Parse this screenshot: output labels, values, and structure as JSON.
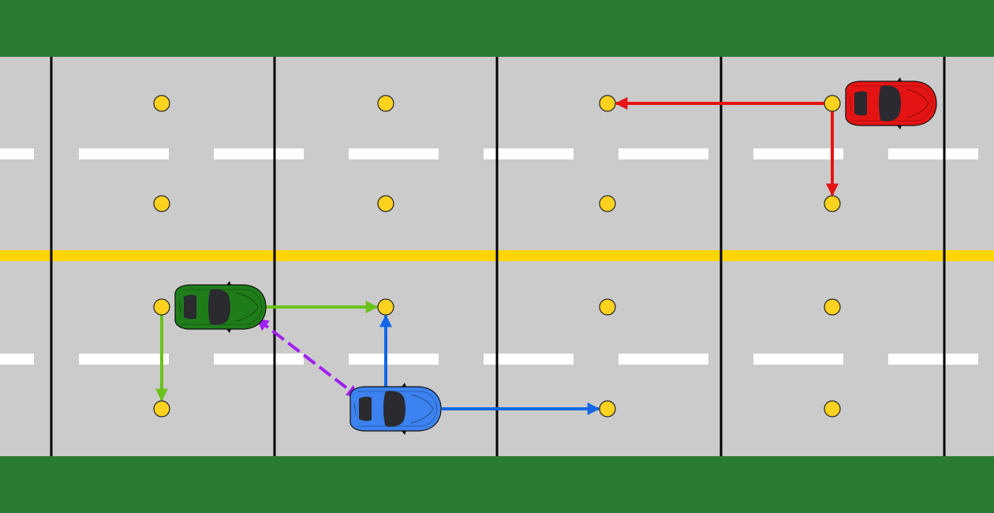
{
  "colors": {
    "grass": "#2c7a32",
    "road": "#cbcbcb",
    "lane_marking": "#ffffff",
    "center_line": "#ffd400",
    "cell_divider": "#000000",
    "node": "#ffd21f",
    "node_outline": "#222222"
  },
  "grid": {
    "columns": 4,
    "rows": 4,
    "nodes": [
      {
        "col": 0,
        "row": 0
      },
      {
        "col": 1,
        "row": 0
      },
      {
        "col": 2,
        "row": 0
      },
      {
        "col": 3,
        "row": 0
      },
      {
        "col": 0,
        "row": 1
      },
      {
        "col": 1,
        "row": 1
      },
      {
        "col": 2,
        "row": 1
      },
      {
        "col": 3,
        "row": 1
      },
      {
        "col": 0,
        "row": 2
      },
      {
        "col": 1,
        "row": 2
      },
      {
        "col": 2,
        "row": 2
      },
      {
        "col": 3,
        "row": 2
      },
      {
        "col": 0,
        "row": 3
      },
      {
        "col": 1,
        "row": 3
      },
      {
        "col": 2,
        "row": 3
      },
      {
        "col": 3,
        "row": 3
      }
    ]
  },
  "cars": [
    {
      "name": "red-car",
      "color": "#e51414",
      "at": {
        "col": 3,
        "row": 0
      },
      "placement": "right-of-node"
    },
    {
      "name": "green-car",
      "color": "#1e7d19",
      "at": {
        "col": 0,
        "row": 2
      },
      "placement": "right-of-node"
    },
    {
      "name": "blue-car",
      "color": "#3c82f0",
      "at": {
        "col": 1,
        "row": 3
      },
      "placement": "on-node"
    }
  ],
  "arrows": [
    {
      "name": "red-arrow-left",
      "color": "#e51414",
      "from": {
        "col": 3,
        "row": 0
      },
      "to": {
        "col": 2,
        "row": 0
      },
      "style": "solid"
    },
    {
      "name": "red-arrow-down",
      "color": "#e51414",
      "from": {
        "col": 3,
        "row": 0
      },
      "to": {
        "col": 3,
        "row": 1
      },
      "style": "solid"
    },
    {
      "name": "green-arrow-right",
      "color": "#6cc21c",
      "from": {
        "col": 0,
        "row": 2
      },
      "to": {
        "col": 1,
        "row": 2
      },
      "style": "solid"
    },
    {
      "name": "green-arrow-down",
      "color": "#6cc21c",
      "from": {
        "col": 0,
        "row": 2
      },
      "to": {
        "col": 0,
        "row": 3
      },
      "style": "solid"
    },
    {
      "name": "blue-arrow-up",
      "color": "#1466e6",
      "from": {
        "col": 1,
        "row": 3
      },
      "to": {
        "col": 1,
        "row": 2
      },
      "style": "solid"
    },
    {
      "name": "blue-arrow-right",
      "color": "#1466e6",
      "from": {
        "col": 1,
        "row": 3
      },
      "to": {
        "col": 2,
        "row": 3
      },
      "style": "solid"
    },
    {
      "name": "purple-arrow-bidirectional",
      "color": "#a020f0",
      "from": "green-car",
      "to": "blue-car",
      "style": "dashed",
      "bidirectional": true
    }
  ]
}
